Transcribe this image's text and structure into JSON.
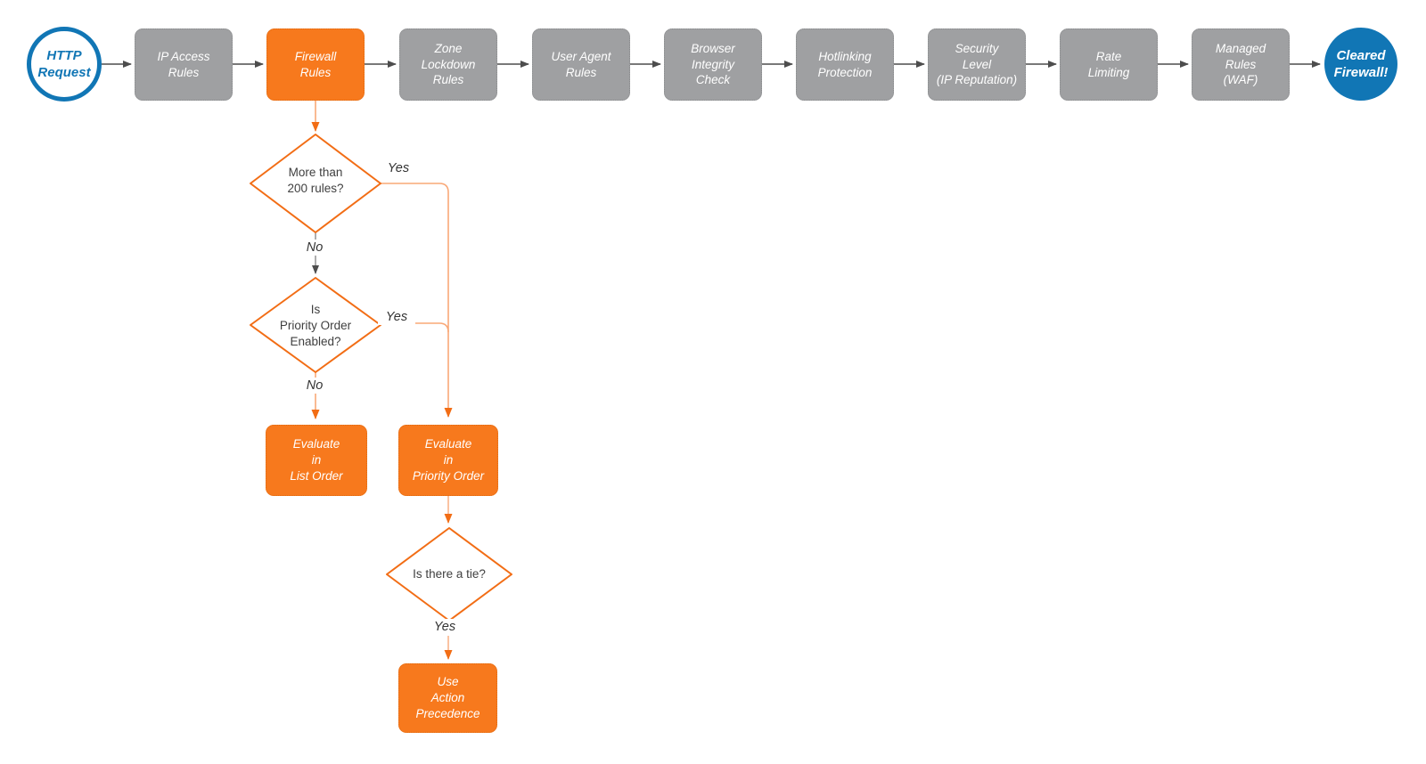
{
  "colors": {
    "accent_orange": "#F7791D",
    "orange_border": "#F26D15",
    "orange_connector_light": "#F9A877",
    "gray_node": "#9FA0A2",
    "gray_connector": "#4D4D4D",
    "brand_blue": "#1176B5",
    "diamond_text": "#3F3F3F",
    "node_text": "#FFFFFF"
  },
  "flow": {
    "start": {
      "label": "HTTP\nRequest"
    },
    "end": {
      "label": "Cleared\nFirewall!"
    },
    "stages": [
      {
        "label": "IP Access\nRules"
      },
      {
        "label": "Firewall\nRules"
      },
      {
        "label": "Zone\nLockdown\nRules"
      },
      {
        "label": "User Agent\nRules"
      },
      {
        "label": "Browser\nIntegrity\nCheck"
      },
      {
        "label": "Hotlinking\nProtection"
      },
      {
        "label": "Security\nLevel\n(IP Reputation)"
      },
      {
        "label": "Rate\nLimiting"
      },
      {
        "label": "Managed\nRules\n(WAF)"
      }
    ],
    "decisions": [
      {
        "label": "More than\n200 rules?",
        "yes_label": "Yes",
        "no_label": "No"
      },
      {
        "label": "Is\nPriority Order\nEnabled?",
        "yes_label": "Yes",
        "no_label": "No"
      },
      {
        "label": "Is there a tie?",
        "yes_label": "Yes"
      }
    ],
    "outcomes": [
      {
        "label": "Evaluate\nin\nList Order"
      },
      {
        "label": "Evaluate\nin\nPriority Order"
      },
      {
        "label": "Use\nAction\nPrecedence"
      }
    ]
  }
}
